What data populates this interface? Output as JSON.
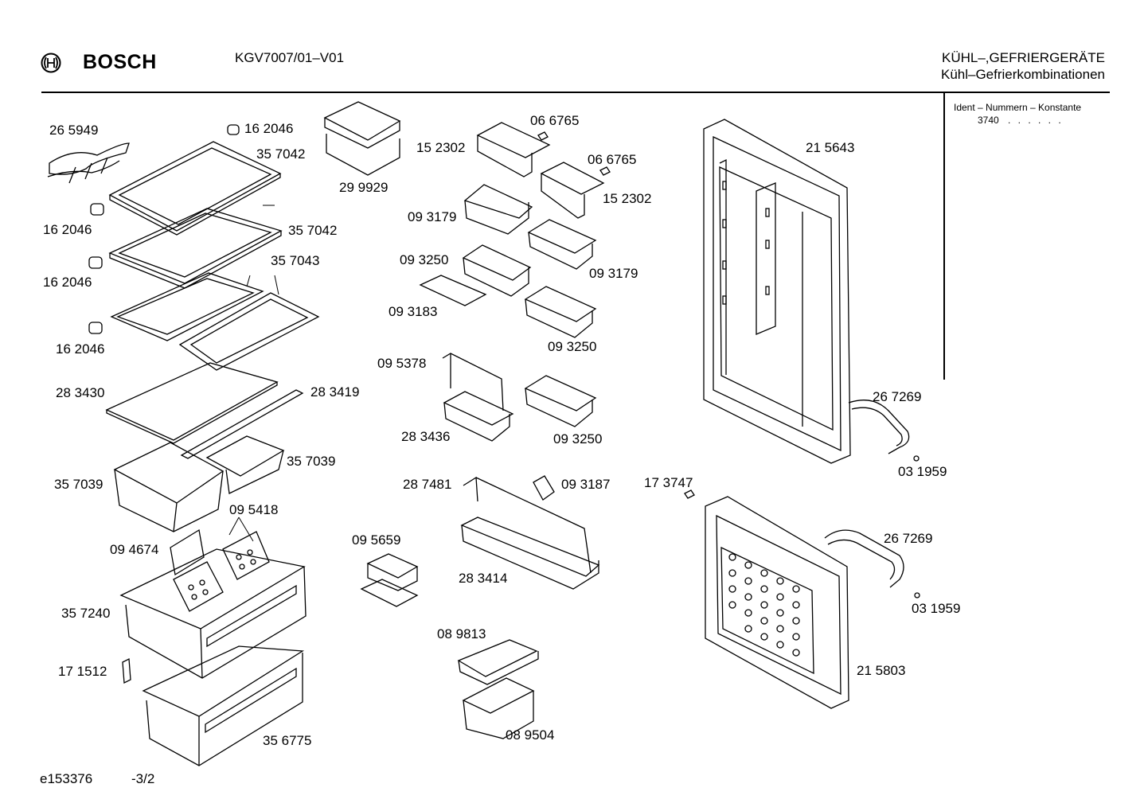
{
  "header": {
    "brand": "BOSCH",
    "model": "KGV7007/01–V01",
    "category_line1": "KÜHL–,GEFRIERGERÄTE",
    "category_line2": "Kühl–Gefrierkombinationen"
  },
  "ident": {
    "label": "Ident – Nummern – Konstante",
    "value": "3740",
    "dots": ". . . . . ."
  },
  "parts": {
    "p265949": "26 5949",
    "p162046_a": "16 2046",
    "p357042_a": "35 7042",
    "p162046_b": "16 2046",
    "p357042_b": "35 7042",
    "p162046_c": "16 2046",
    "p357043": "35 7043",
    "p162046_d": "16 2046",
    "p283430": "28 3430",
    "p283419": "28 3419",
    "p357039_a": "35 7039",
    "p357039_b": "35 7039",
    "p095418": "09 5418",
    "p094674": "09 4674",
    "p357240": "35 7240",
    "p171512": "17 1512",
    "p356775": "35 6775",
    "p299929": "29 9929",
    "p095659": "09 5659",
    "p066765_a": "06 6765",
    "p152302_a": "15 2302",
    "p066765_b": "06 6765",
    "p152302_b": "15 2302",
    "p093179_a": "09 3179",
    "p093250_a": "09 3250",
    "p093179_b": "09 3179",
    "p093183": "09 3183",
    "p093250_b": "09 3250",
    "p095378": "09 5378",
    "p283436": "28 3436",
    "p093250_c": "09 3250",
    "p287481": "28 7481",
    "p093187": "09 3187",
    "p283414": "28 3414",
    "p089813": "08 9813",
    "p089504": "08 9504",
    "p215643": "21 5643",
    "p267269_a": "26 7269",
    "p031959_a": "03 1959",
    "p173747": "17 3747",
    "p267269_b": "26 7269",
    "p031959_b": "03 1959",
    "p215803": "21 5803"
  },
  "footer": {
    "drawing_no": "e153376",
    "page": "-3/2"
  }
}
